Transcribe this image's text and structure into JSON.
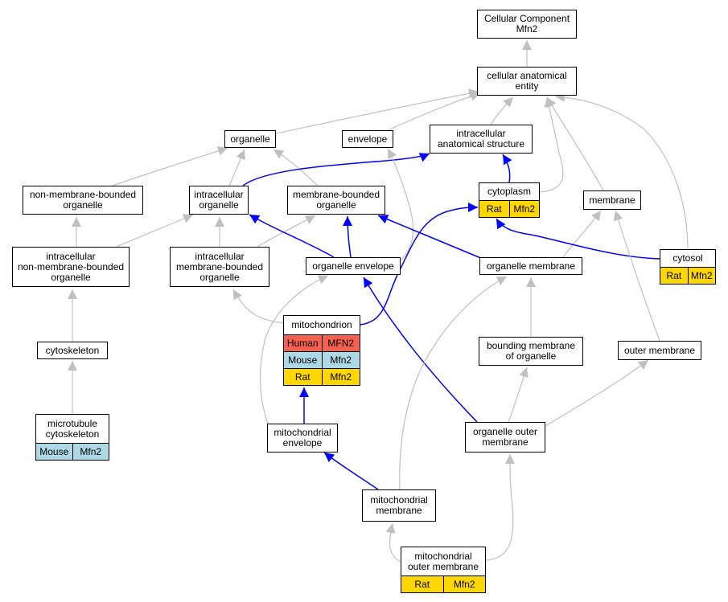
{
  "nodes": {
    "cc_mfn2": {
      "lines": [
        "Cellular Component",
        "Mfn2"
      ]
    },
    "cae": {
      "lines": [
        "cellular anatomical",
        "entity"
      ]
    },
    "organelle": {
      "lines": [
        "organelle"
      ]
    },
    "envelope": {
      "lines": [
        "envelope"
      ]
    },
    "ias": {
      "lines": [
        "intracellular",
        "anatomical structure"
      ]
    },
    "nmbo": {
      "lines": [
        "non-membrane-bounded",
        "organelle"
      ]
    },
    "io": {
      "lines": [
        "intracellular",
        "organelle"
      ]
    },
    "mbo": {
      "lines": [
        "membrane-bounded",
        "organelle"
      ]
    },
    "cytoplasm": {
      "lines": [
        "cytoplasm"
      ],
      "rows": [
        [
          "Rat",
          "Mfn2"
        ]
      ]
    },
    "membrane": {
      "lines": [
        "membrane"
      ]
    },
    "inmbo": {
      "lines": [
        "intracellular",
        "non-membrane-bounded",
        "organelle"
      ]
    },
    "imbo": {
      "lines": [
        "intracellular",
        "membrane-bounded",
        "organelle"
      ]
    },
    "oenv": {
      "lines": [
        "organelle envelope"
      ]
    },
    "omem": {
      "lines": [
        "organelle membrane"
      ]
    },
    "cytosol": {
      "lines": [
        "cytosol"
      ],
      "rows": [
        [
          "Rat",
          "Mfn2"
        ]
      ]
    },
    "mito": {
      "lines": [
        "mitochondrion"
      ],
      "rows": [
        [
          "Human",
          "MFN2"
        ],
        [
          "Mouse",
          "Mfn2"
        ],
        [
          "Rat",
          "Mfn2"
        ]
      ]
    },
    "cytoskeleton": {
      "lines": [
        "cytoskeleton"
      ]
    },
    "bmo": {
      "lines": [
        "bounding membrane",
        "of organelle"
      ]
    },
    "outer_mem": {
      "lines": [
        "outer membrane"
      ]
    },
    "mtc": {
      "lines": [
        "microtubule",
        "cytoskeleton"
      ],
      "rows": [
        [
          "Mouse",
          "Mfn2"
        ]
      ]
    },
    "mito_env": {
      "lines": [
        "mitochondrial",
        "envelope"
      ]
    },
    "oom": {
      "lines": [
        "organelle outer",
        "membrane"
      ]
    },
    "mito_mem": {
      "lines": [
        "mitochondrial",
        "membrane"
      ]
    },
    "momm": {
      "lines": [
        "mitochondrial",
        "outer membrane"
      ],
      "rows": [
        [
          "Rat",
          "Mfn2"
        ]
      ]
    }
  },
  "colors": {
    "Human": "#f46150",
    "Mouse": "#add8e6",
    "Rat": "#ffd700",
    "edge_gray": "#c0c0c0",
    "edge_blue": "#0000ff"
  },
  "edges": [
    {
      "from": "cae",
      "to": "cc_mfn2",
      "color": "gray"
    },
    {
      "from": "organelle",
      "to": "cae",
      "color": "gray"
    },
    {
      "from": "envelope",
      "to": "cae",
      "color": "gray"
    },
    {
      "from": "ias",
      "to": "cae",
      "color": "gray"
    },
    {
      "from": "cytoplasm",
      "to": "cae",
      "color": "gray"
    },
    {
      "from": "membrane",
      "to": "cae",
      "color": "gray"
    },
    {
      "from": "cytosol",
      "to": "cae",
      "color": "gray"
    },
    {
      "from": "nmbo",
      "to": "organelle",
      "color": "gray"
    },
    {
      "from": "io",
      "to": "organelle",
      "color": "gray"
    },
    {
      "from": "mbo",
      "to": "organelle",
      "color": "gray"
    },
    {
      "from": "io",
      "to": "ias",
      "color": "blue"
    },
    {
      "from": "cytoplasm",
      "to": "ias",
      "color": "blue"
    },
    {
      "from": "inmbo",
      "to": "nmbo",
      "color": "gray"
    },
    {
      "from": "inmbo",
      "to": "io",
      "color": "gray"
    },
    {
      "from": "imbo",
      "to": "io",
      "color": "gray"
    },
    {
      "from": "imbo",
      "to": "mbo",
      "color": "gray"
    },
    {
      "from": "oenv",
      "to": "io",
      "color": "blue"
    },
    {
      "from": "oenv",
      "to": "mbo",
      "color": "blue"
    },
    {
      "from": "oenv",
      "to": "envelope",
      "color": "gray"
    },
    {
      "from": "omem",
      "to": "mbo",
      "color": "blue"
    },
    {
      "from": "omem",
      "to": "membrane",
      "color": "gray"
    },
    {
      "from": "cytosol",
      "to": "cytoplasm",
      "color": "blue"
    },
    {
      "from": "mito",
      "to": "imbo",
      "color": "gray"
    },
    {
      "from": "mito",
      "to": "cytoplasm",
      "color": "blue"
    },
    {
      "from": "cytoskeleton",
      "to": "inmbo",
      "color": "gray"
    },
    {
      "from": "mtc",
      "to": "cytoskeleton",
      "color": "gray"
    },
    {
      "from": "bmo",
      "to": "omem",
      "color": "gray"
    },
    {
      "from": "outer_mem",
      "to": "membrane",
      "color": "gray"
    },
    {
      "from": "mito_env",
      "to": "mito",
      "color": "blue"
    },
    {
      "from": "mito_env",
      "to": "oenv",
      "color": "gray"
    },
    {
      "from": "oom",
      "to": "oenv",
      "color": "blue"
    },
    {
      "from": "oom",
      "to": "bmo",
      "color": "gray"
    },
    {
      "from": "oom",
      "to": "outer_mem",
      "color": "gray"
    },
    {
      "from": "mito_mem",
      "to": "mito_env",
      "color": "blue"
    },
    {
      "from": "mito_mem",
      "to": "omem",
      "color": "gray"
    },
    {
      "from": "momm",
      "to": "mito_mem",
      "color": "gray"
    },
    {
      "from": "momm",
      "to": "oom",
      "color": "gray"
    }
  ]
}
